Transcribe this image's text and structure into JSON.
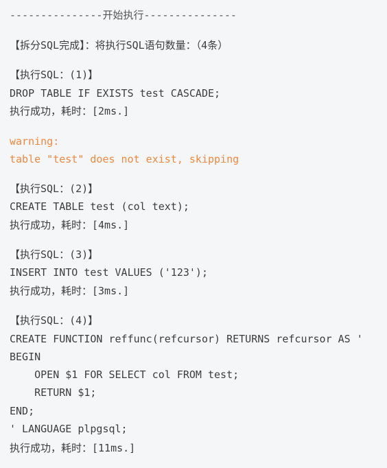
{
  "log": {
    "header": "---------------开始执行---------------",
    "split_done": "【拆分SQL完成】：将执行SQL语句数量：（4条）",
    "sections": [
      {
        "title": "【执行SQL：(1)】",
        "sql": [
          "DROP TABLE IF EXISTS test CASCADE;"
        ],
        "warning_label": "warning:",
        "warning_text": "table \"test\" does not exist, skipping",
        "result": "执行成功，耗时：[2ms.]"
      },
      {
        "title": "【执行SQL：(2)】",
        "sql": [
          "CREATE TABLE test (col text);"
        ],
        "result": "执行成功，耗时：[4ms.]"
      },
      {
        "title": "【执行SQL：(3)】",
        "sql": [
          "INSERT INTO test VALUES ('123');"
        ],
        "result": "执行成功，耗时：[3ms.]"
      },
      {
        "title": "【执行SQL：(4)】",
        "sql": [
          "CREATE FUNCTION reffunc(refcursor) RETURNS refcursor AS '",
          "BEGIN",
          "    OPEN $1 FOR SELECT col FROM test;",
          "    RETURN $1;",
          "END;",
          "' LANGUAGE plpgsql;"
        ],
        "result": "执行成功，耗时：[11ms.]"
      }
    ]
  }
}
